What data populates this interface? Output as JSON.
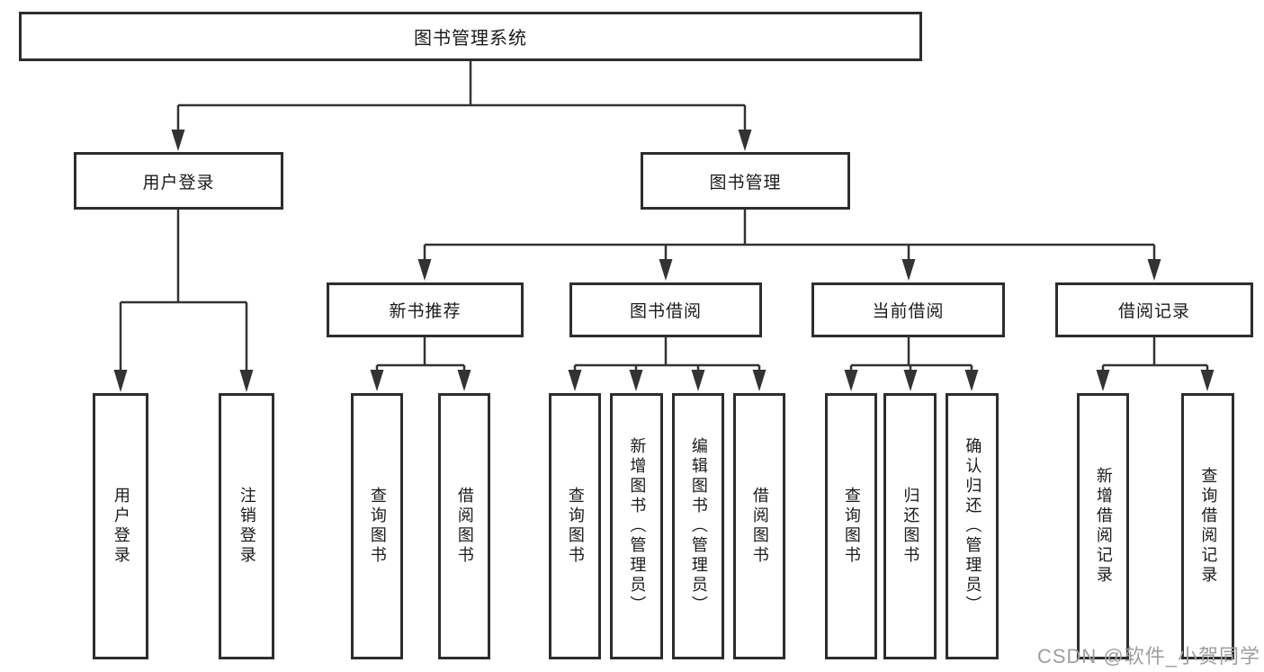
{
  "diagram": {
    "root": "图书管理系统",
    "level2": [
      "用户登录",
      "图书管理"
    ],
    "level3": [
      "新书推荐",
      "图书借阅",
      "当前借阅",
      "借阅记录"
    ],
    "leaves": [
      [
        "用户登录",
        "注销登录"
      ],
      [
        "查询图书",
        "借阅图书"
      ],
      [
        "查询图书",
        "新增图书（管理员）",
        "编辑图书（管理员）",
        "借阅图书"
      ],
      [
        "查询图书",
        "归还图书",
        "确认归还（管理员）"
      ],
      [
        "新增借阅记录",
        "查询借阅记录"
      ]
    ]
  },
  "watermark": {
    "text": "CSDN @软件_小贺同学"
  },
  "colors": {
    "border": "#2d2d2d",
    "line": "#333333",
    "text": "#1a1a1a",
    "watermark": "#9e9e9e"
  }
}
